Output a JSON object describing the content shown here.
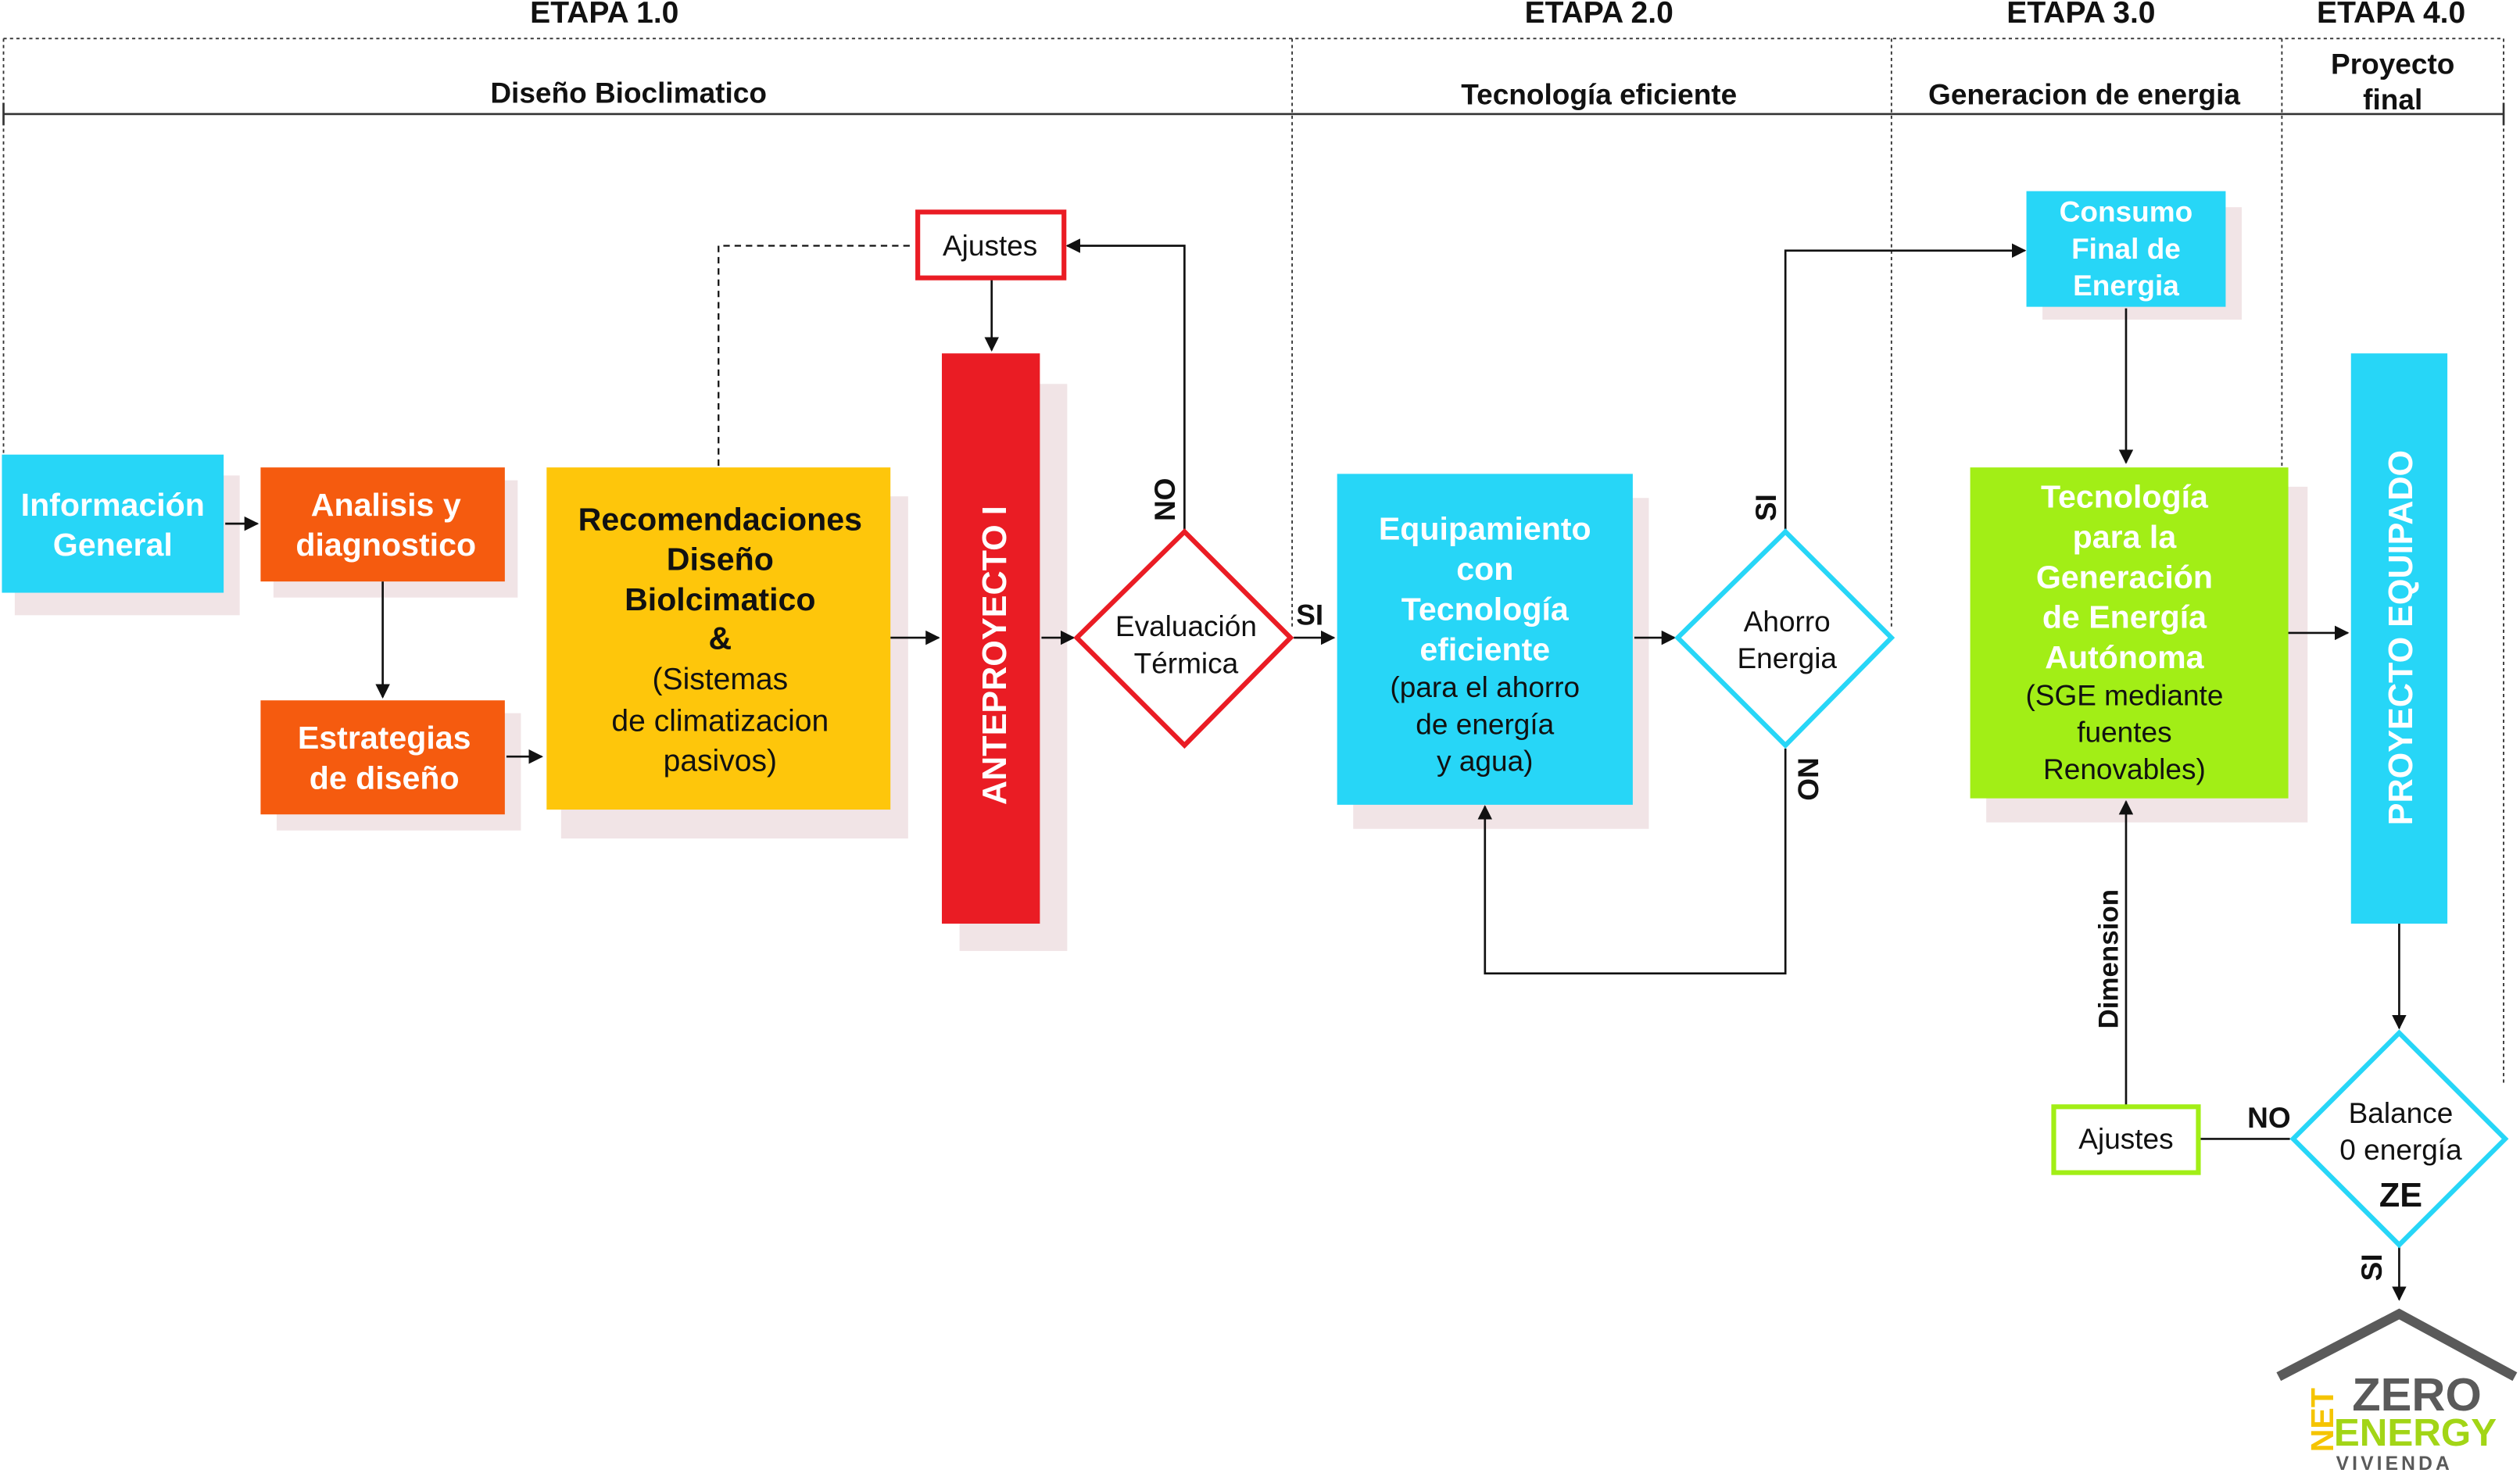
{
  "stages": [
    {
      "etapa": "ETAPA 1.0",
      "name": "Diseño Bioclimatico"
    },
    {
      "etapa": "ETAPA 2.0",
      "name": "Tecnología eficiente"
    },
    {
      "etapa": "ETAPA 3.0",
      "name": "Generacion de energia"
    },
    {
      "etapa": "ETAPA 4.0",
      "name_lines": [
        "Proyecto",
        "final"
      ]
    }
  ],
  "nodes": {
    "informacion_general": [
      "Información",
      "General"
    ],
    "analisis": [
      "Analisis y",
      "diagnostico"
    ],
    "estrategias": [
      "Estrategias",
      "de diseño"
    ],
    "recomendaciones": {
      "bold": [
        "Recomendaciones",
        "Diseño",
        "Biolcimatico",
        "&"
      ],
      "normal": [
        "(Sistemas",
        "de climatizacion",
        "pasivos)"
      ]
    },
    "ajustes_1": "Ajustes",
    "anteproyecto": "ANTEPROYECTO I",
    "evaluacion": [
      "Evaluación",
      "Térmica"
    ],
    "equipamiento": {
      "bold": [
        "Equipamiento",
        "con",
        "Tecnología",
        "eficiente"
      ],
      "normal": [
        "(para el ahorro",
        "de energía",
        "y agua)"
      ]
    },
    "ahorro": [
      "Ahorro",
      "Energia"
    ],
    "consumo": [
      "Consumo",
      "Final de",
      "Energia"
    ],
    "tecnologia_generacion": {
      "bold": [
        "Tecnología",
        "para la",
        "Generación",
        "de Energía",
        "Autónoma"
      ],
      "normal": [
        "(SGE mediante",
        "fuentes",
        "Renovables)"
      ]
    },
    "ajustes_2": "Ajustes",
    "proyecto_equipado": "PROYECTO EQUIPADO",
    "balance": [
      "Balance",
      "0 energía",
      "ZE"
    ]
  },
  "edge_labels": {
    "no_evaluacion": "NO",
    "si_evaluacion": "SI",
    "si_ahorro": "SI",
    "no_ahorro": "NO",
    "dimension": "Dimension",
    "no_balance": "NO",
    "si_balance": "SI"
  },
  "logo": {
    "net": "NET",
    "zero": "ZERO",
    "energy": "ENERGY",
    "vivienda": "VIVIENDA"
  },
  "colors": {
    "cyan": "#27d6f7",
    "orange_red": "#f55b0f",
    "amber": "#fec60b",
    "red": "#ea1c24",
    "lime": "#a2ee16",
    "shadow": "#f1e4e6",
    "logo_gray": "#5a5a5a",
    "logo_green": "#a2d516",
    "logo_yellow": "#f5c400"
  }
}
